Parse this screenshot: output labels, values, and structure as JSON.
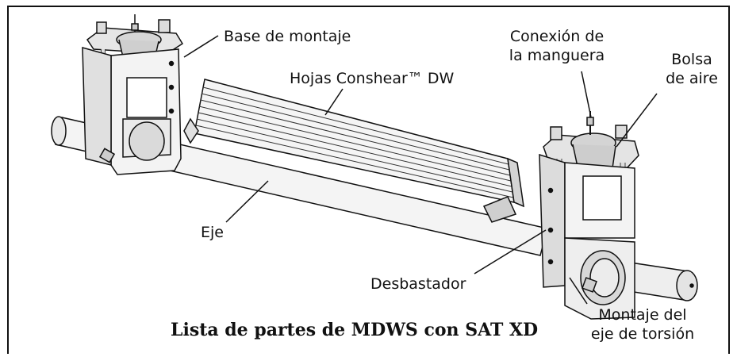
{
  "labels": {
    "mounting_base": "Base de montaje",
    "blades": "Hojas Conshear™ DW",
    "hose_connection_line1": "Conexión de",
    "hose_connection_line2": "la manguera",
    "air_bag_line1": "Bolsa",
    "air_bag_line2": "de aire",
    "shaft": "Eje",
    "tensioner": "Desbastador",
    "torsion_mount_line1": "Montaje del",
    "torsion_mount_line2": "eje de torsión"
  },
  "caption": "Lista de partes de MDWS con SAT XD",
  "colors": {
    "line": "#111111",
    "frame": "#111111",
    "metal_light": "#f2f2f2",
    "metal_mid": "#d9d9d9",
    "metal_dark": "#9a9a9a"
  }
}
